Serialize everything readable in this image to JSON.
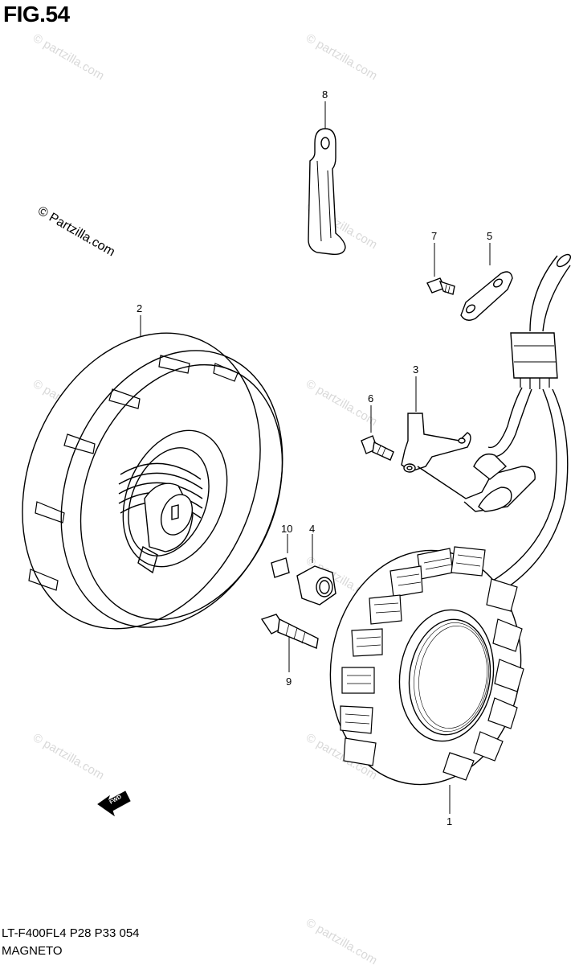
{
  "figure": {
    "title": "FIG.54",
    "model_code": "LT-F400FL4  P28  P33  054",
    "name": "MAGNETO"
  },
  "watermark": {
    "text": "© Partzilla.com",
    "faint_text": "© partzilla.com"
  },
  "fwd_label": "FWD",
  "callouts": [
    {
      "id": "1",
      "label": "1",
      "part": "stator"
    },
    {
      "id": "2",
      "label": "2",
      "part": "rotor"
    },
    {
      "id": "3",
      "label": "3",
      "part": "sensor bracket"
    },
    {
      "id": "4",
      "label": "4",
      "part": "nut"
    },
    {
      "id": "5",
      "label": "5",
      "part": "clamp plate"
    },
    {
      "id": "6",
      "label": "6",
      "part": "screw"
    },
    {
      "id": "7",
      "label": "7",
      "part": "screw"
    },
    {
      "id": "8",
      "label": "8",
      "part": "wire clamp"
    },
    {
      "id": "9",
      "label": "9",
      "part": "bolt"
    },
    {
      "id": "10",
      "label": "10",
      "part": "key"
    }
  ]
}
